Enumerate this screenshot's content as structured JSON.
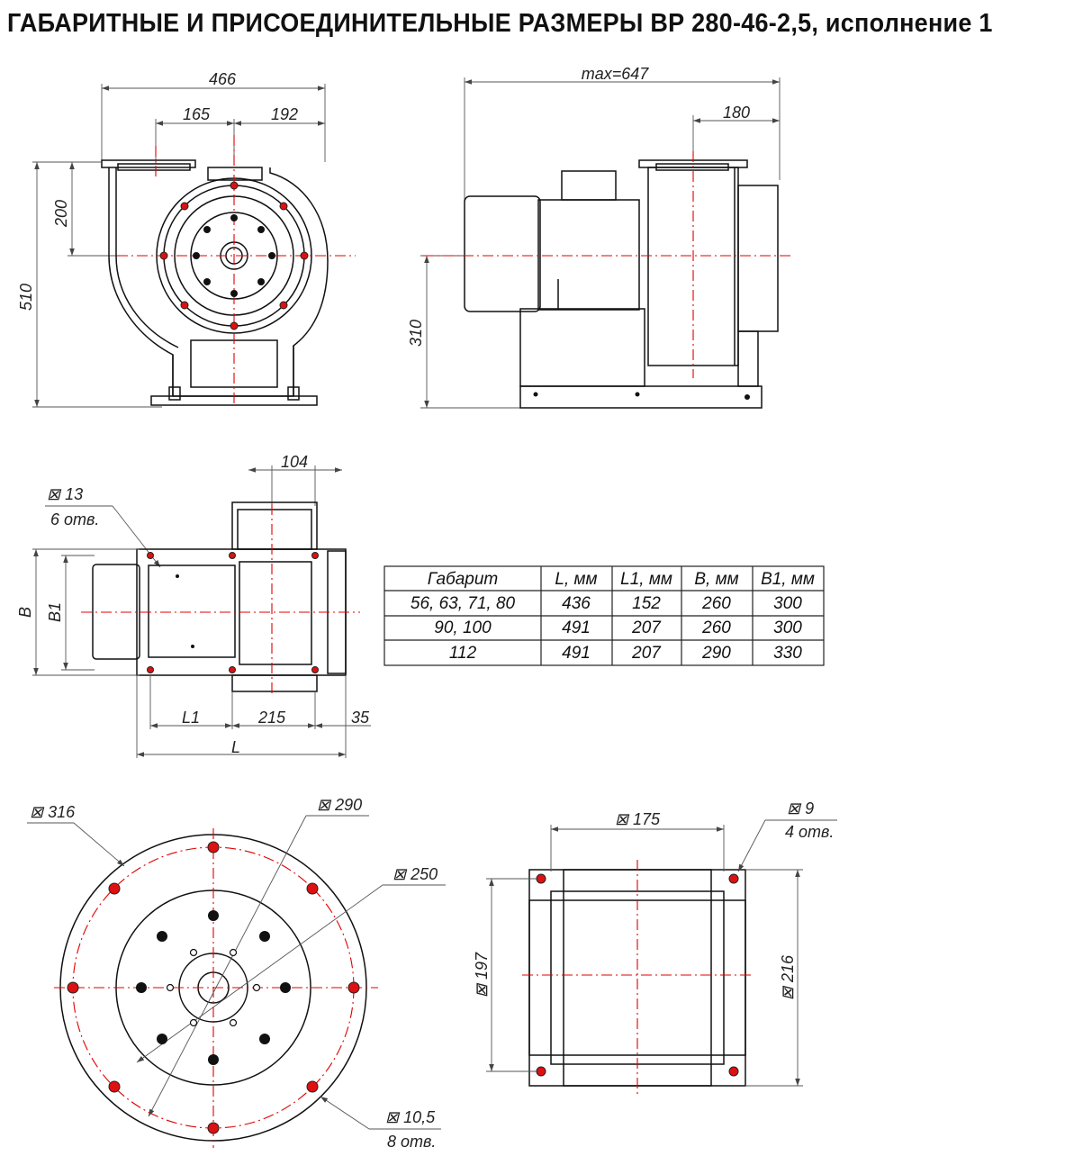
{
  "title": "ГАБАРИТНЫЕ И ПРИСОЕДИНИТЕЛЬНЫЕ РАЗМЕРЫ ВР 280-46-2,5, исполнение 1",
  "front_view": {
    "width": "466",
    "w1": "165",
    "w2": "192",
    "outlet_h": "200",
    "height": "510"
  },
  "side_view": {
    "max_len": "max=647",
    "outlet_off": "180",
    "axis_h": "310"
  },
  "top_view": {
    "top_dim": "104",
    "holes_dia": "⊠ 13",
    "holes_cnt": "6 отв.",
    "b_label": "B",
    "b1_label": "B1",
    "l1_label": "L1",
    "mid_dim": "215",
    "end_dim": "35",
    "l_label": "L"
  },
  "table": {
    "headers": [
      "Габарит",
      "L, мм",
      "L1, мм",
      "B, мм",
      "B1, мм"
    ],
    "rows": [
      [
        "56, 63, 71, 80",
        "436",
        "152",
        "260",
        "300"
      ],
      [
        "90, 100",
        "491",
        "207",
        "260",
        "300"
      ],
      [
        "112",
        "491",
        "207",
        "290",
        "330"
      ]
    ]
  },
  "inlet_flange": {
    "d_outer": "⊠ 316",
    "d_bolt": "⊠ 290",
    "d_inner": "⊠ 250",
    "holes_dia": "⊠ 10,5",
    "holes_cnt": "8 отв."
  },
  "outlet_flange": {
    "w_holes": "⊠ 175",
    "holes_dia": "⊠ 9",
    "holes_cnt": "4 отв.",
    "h_holes": "⊠ 197",
    "h_outer": "⊠ 216"
  }
}
